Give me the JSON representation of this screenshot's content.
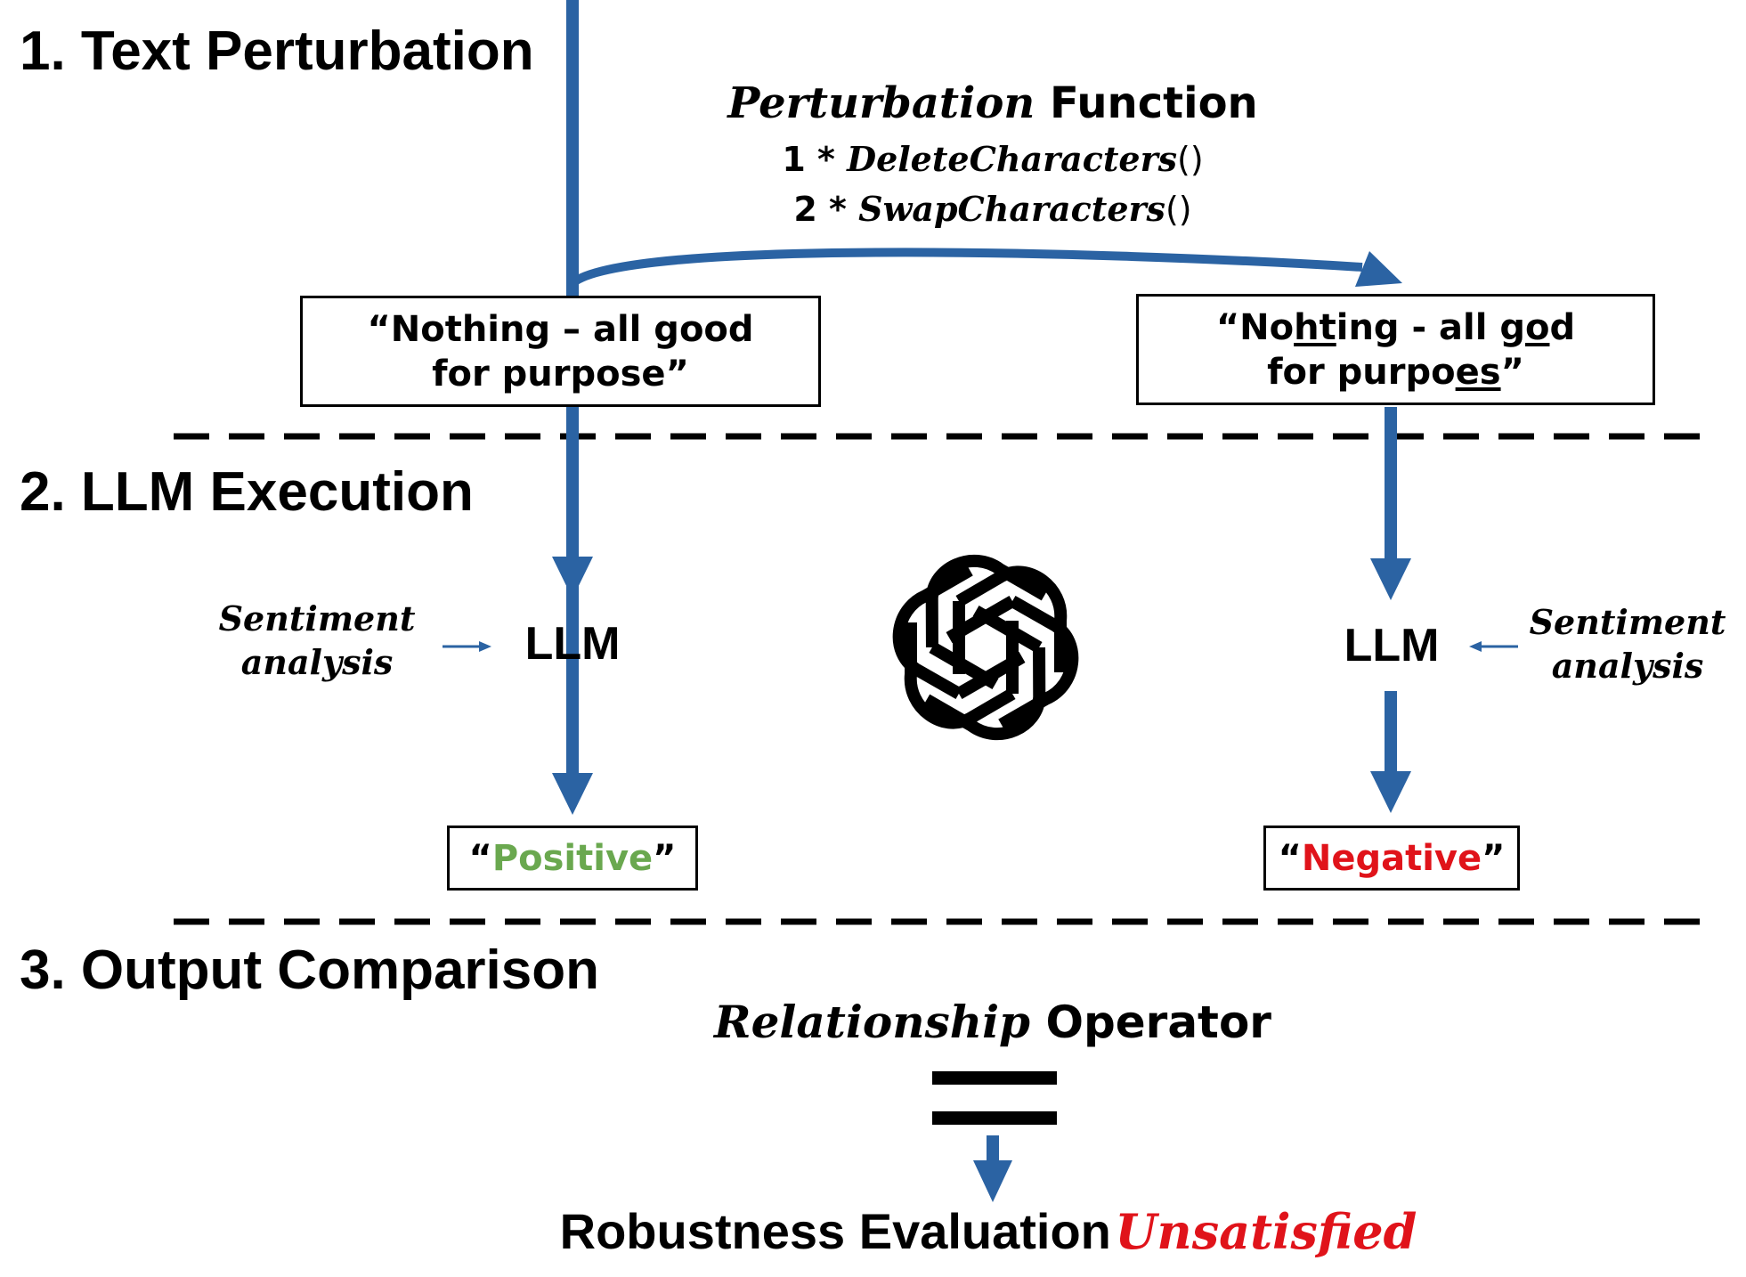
{
  "sections": {
    "s1": "1. Text Perturbation",
    "s2": "2. LLM Execution",
    "s3": "3. Output Comparison"
  },
  "perturbation": {
    "title_italic": "Perturbation",
    "title_rest": "Function",
    "op1_count": "1 *",
    "op1_name": "DeleteCharacters",
    "op1_parens": "()",
    "op2_count": "2 *",
    "op2_name": "SwapCharacters",
    "op2_parens": "()"
  },
  "original_text": {
    "line1": "“Nothing – all good",
    "line2": "for purpose”"
  },
  "perturbed_text": {
    "l1_a": "“No",
    "l1_u1": "ht",
    "l1_b": "ing - all g",
    "l1_u2": "o",
    "l1_c": "d",
    "l2_a": "for purpo",
    "l2_u": "es",
    "l2_b": "”"
  },
  "llm": {
    "left_label": "LLM",
    "right_label": "LLM",
    "task_line1": "Sentiment",
    "task_line2": "analysis"
  },
  "outputs": {
    "open_quote": "“",
    "close_quote": "”",
    "left": "Positive",
    "right": "Negative"
  },
  "comparison": {
    "op_italic": "Relationship",
    "op_rest": "Operator",
    "result_prefix": "Robustness Evaluation",
    "result_value": "Unsatisfied"
  },
  "colors": {
    "arrow": "#2b63a3",
    "positive": "#6aa84f",
    "negative": "#e0131a",
    "unsatisfied": "#e0131a"
  },
  "icons": {
    "model_logo": "openai-logo-icon"
  }
}
